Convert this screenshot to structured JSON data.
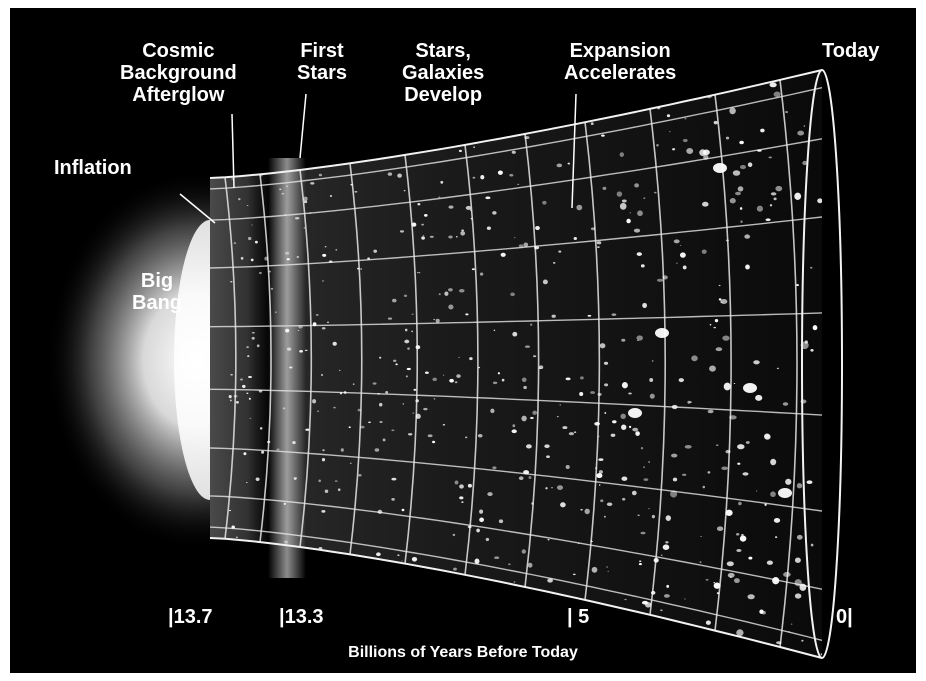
{
  "stages": {
    "inflation": {
      "lines": [
        "Inflation"
      ]
    },
    "big_bang": {
      "lines": [
        "Big",
        "Bang"
      ]
    },
    "cosmic_background": {
      "lines": [
        "Cosmic",
        "Background",
        "Afterglow"
      ]
    },
    "first_stars": {
      "lines": [
        "First",
        "Stars"
      ]
    },
    "stars_galaxies": {
      "lines": [
        "Stars,",
        "Galaxies",
        "Develop"
      ]
    },
    "expansion": {
      "lines": [
        "Expansion",
        "Accelerates"
      ]
    },
    "today": {
      "lines": [
        "Today"
      ]
    }
  },
  "timeline": {
    "ticks": [
      "|13.7",
      "|13.3",
      "| 5",
      "0|"
    ],
    "caption": "Billions of Years Before Today"
  },
  "colors": {
    "background": "#000000",
    "frame": "#ffffff",
    "text": "#ffffff",
    "grid": "#e6e6e6"
  }
}
